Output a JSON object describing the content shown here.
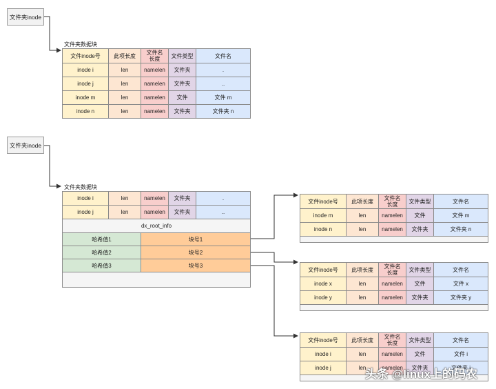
{
  "inode_box_1": "文件夹inode",
  "inode_box_2": "文件夹inode",
  "caption_1": "文件夹数据块",
  "caption_2": "文件夹数据块",
  "header": {
    "inode": "文件inode号",
    "len": "此项长度",
    "namelen": "文件名\n长度",
    "type": "文件类型",
    "name": "文件名"
  },
  "table1_rows": [
    {
      "inode": "inode i",
      "len": "len",
      "namelen": "namelen",
      "type": "文件夹",
      "name": "."
    },
    {
      "inode": "inode j",
      "len": "len",
      "namelen": "namelen",
      "type": "文件夹",
      "name": ".."
    },
    {
      "inode": "inode m",
      "len": "len",
      "namelen": "namelen",
      "type": "文件",
      "name": "文件 m"
    },
    {
      "inode": "inode n",
      "len": "len",
      "namelen": "namelen",
      "type": "文件夹",
      "name": "文件夹 n"
    }
  ],
  "table2_rows": [
    {
      "inode": "inode i",
      "len": "len",
      "namelen": "namelen",
      "type": "文件夹",
      "name": "."
    },
    {
      "inode": "inode j",
      "len": "len",
      "namelen": "namelen",
      "type": "文件夹",
      "name": ".."
    }
  ],
  "dx_root_info": "dx_root_info",
  "hash_rows": [
    {
      "hash": "哈希值1",
      "block": "块号1"
    },
    {
      "hash": "哈希值2",
      "block": "块号2"
    },
    {
      "hash": "哈希值3",
      "block": "块号3"
    }
  ],
  "right_tables": [
    [
      {
        "inode": "inode m",
        "len": "len",
        "namelen": "namelen",
        "type": "文件",
        "name": "文件 m"
      },
      {
        "inode": "inode n",
        "len": "len",
        "namelen": "namelen",
        "type": "文件夹",
        "name": "文件夹 n"
      }
    ],
    [
      {
        "inode": "inode x",
        "len": "len",
        "namelen": "namelen",
        "type": "文件",
        "name": "文件 x"
      },
      {
        "inode": "inode y",
        "len": "len",
        "namelen": "namelen",
        "type": "文件夹",
        "name": "文件夹 y"
      }
    ],
    [
      {
        "inode": "inode i",
        "len": "len",
        "namelen": "namelen",
        "type": "文件",
        "name": "文件 i"
      },
      {
        "inode": "inode j",
        "len": "len",
        "namelen": "namelen",
        "type": "文件夹",
        "name": "文件夹 j"
      }
    ]
  ],
  "watermark": "头条 @linux上的码农"
}
